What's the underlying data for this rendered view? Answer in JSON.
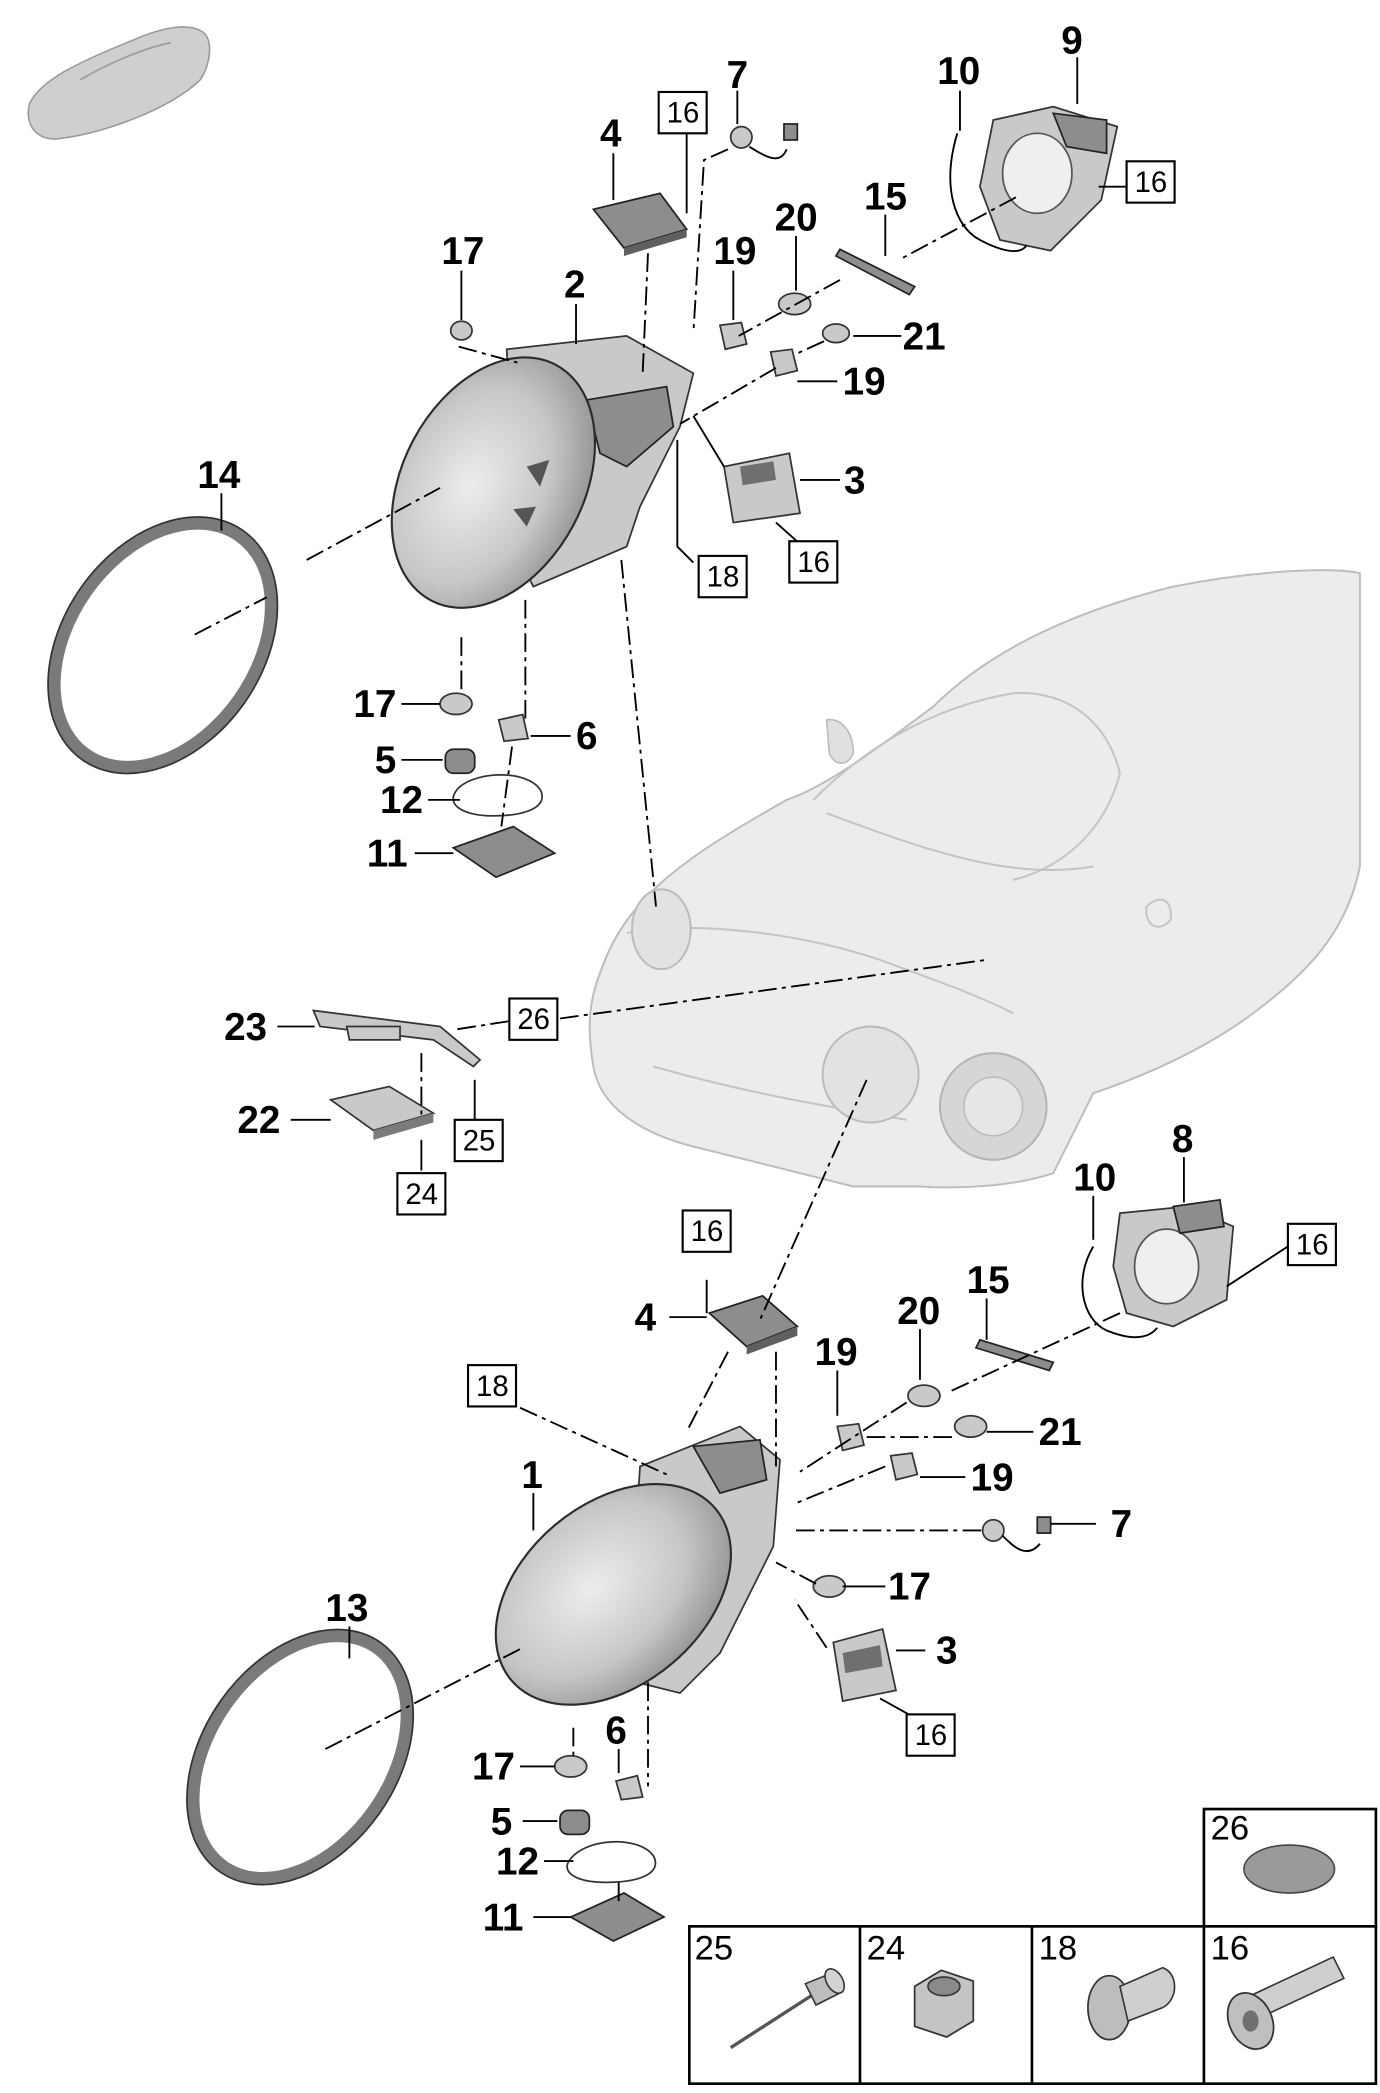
{
  "callouts": {
    "top": [
      "9",
      "10",
      "7",
      "4",
      "17",
      "2",
      "20",
      "15",
      "19",
      "21",
      "19",
      "3",
      "14",
      "17",
      "6",
      "5",
      "12",
      "11"
    ],
    "middle": [
      "23",
      "22"
    ],
    "bottom": [
      "8",
      "10",
      "15",
      "20",
      "4",
      "19",
      "21",
      "19",
      "1",
      "7",
      "17",
      "3",
      "13",
      "6",
      "17",
      "5",
      "12",
      "11"
    ]
  },
  "ref_boxes": {
    "top": [
      "16",
      "16",
      "18",
      "16"
    ],
    "middle": [
      "26",
      "25",
      "24"
    ],
    "bottom": [
      "16",
      "16",
      "18",
      "16"
    ]
  },
  "legend": {
    "top_row": [
      "26"
    ],
    "bottom_row": [
      "25",
      "24",
      "18",
      "16"
    ]
  }
}
